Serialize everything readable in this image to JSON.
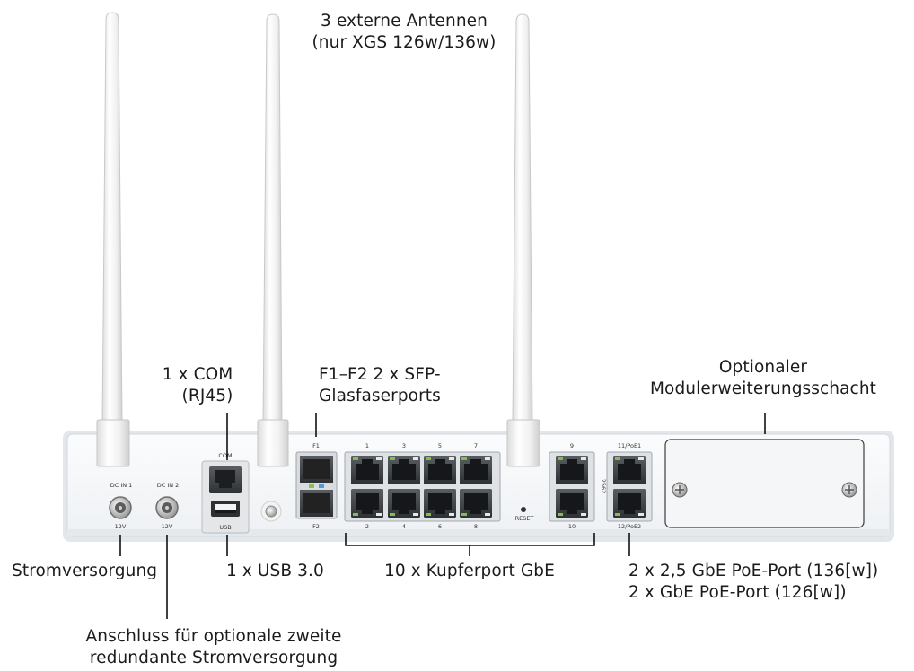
{
  "labels": {
    "antennas": [
      "3 externe Antennen",
      "(nur XGS 126w/136w)"
    ],
    "com": [
      "1 x COM",
      "(RJ45)"
    ],
    "sfp": [
      "F1–F2 2 x SFP-",
      "Glasfaserports"
    ],
    "module": [
      "Optionaler",
      "Modulerweiterungsschacht"
    ],
    "power": "Stromversorgung",
    "usb": "1 x USB 3.0",
    "copper": "10 x Kupferport GbE",
    "poe": [
      "2 x 2,5 GbE PoE-Port (136[w])",
      "2 x GbE PoE-Port (126[w])"
    ],
    "redundant": [
      "Anschluss für optionale zweite",
      "redundante Stromversorgung"
    ]
  },
  "panel": {
    "dc1": "DC IN 1",
    "dc2": "DC IN 2",
    "volt1": "12V",
    "volt2": "12V",
    "com": "COM",
    "usb": "USB",
    "f1": "F1",
    "f2": "F2",
    "top_ports": [
      "1",
      "3",
      "5",
      "7"
    ],
    "bottom_ports": [
      "2",
      "4",
      "6",
      "8"
    ],
    "reset": "RESET",
    "p9": "9",
    "p10": "10",
    "p11": "11/PoE1",
    "p12": "12/PoE2",
    "side_tag": "2562"
  }
}
